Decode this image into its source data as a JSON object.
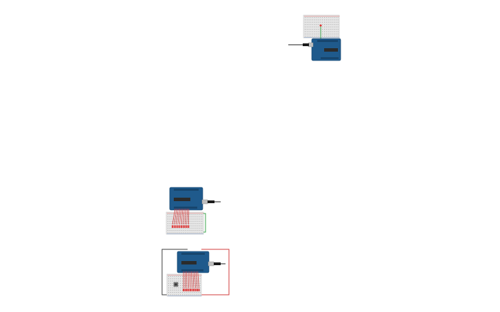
{
  "canvas": {
    "background": "#ffffff"
  },
  "colors": {
    "breadboard": "#e6e6e6",
    "breadboard_edge": "#c9c9c9",
    "hole": "#9a9a9a",
    "rail_red": "#d9534f",
    "rail_blue": "#5b7fb8",
    "arduino_blue": "#1f5a8c",
    "arduino_dark": "#17456d",
    "arduino_chip": "#2b2b2b",
    "usb_metal": "#bfbfbf",
    "usb_cable": "#1a1a1a",
    "wire_red": "#d23a3a",
    "wire_green": "#3aa34a",
    "wire_black": "#3a3a3a",
    "led_red": "#e03030"
  },
  "circuits": [
    {
      "id": "circuit-single-led",
      "wire_count": 1,
      "led_count": 1
    },
    {
      "id": "circuit-led-bar",
      "wire_count": 10,
      "led_count": 10
    },
    {
      "id": "circuit-led-bar-with-button",
      "wire_count": 10,
      "led_count": 10
    }
  ]
}
